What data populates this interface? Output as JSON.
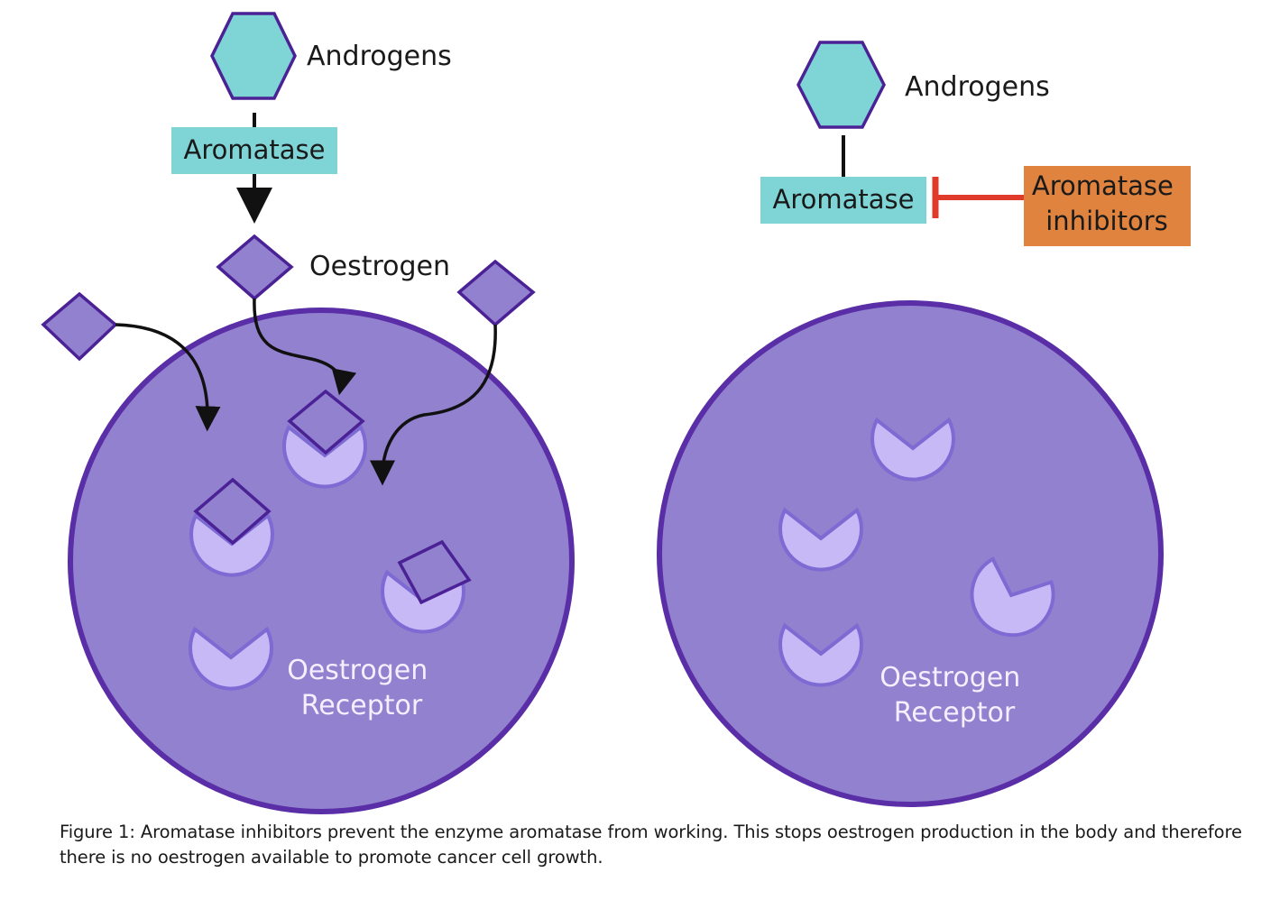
{
  "colors": {
    "cell_fill": "#9181cf",
    "cell_stroke": "#5a2ea6",
    "receptor_fill": "#c7b9f6",
    "receptor_stroke": "#7d6ad2",
    "molecule_fill": "#9181cf",
    "molecule_stroke": "#4b2296",
    "androgen_fill": "#7fd4d6",
    "androgen_stroke": "#4b2296",
    "aromatase_box": "#7fd4d6",
    "inhibitor_box": "#e0833f",
    "inhibition_line": "#e03a2a",
    "arrow": "#111111"
  },
  "left_panel": {
    "androgens_label": "Androgens",
    "aromatase_label": "Aromatase",
    "oestrogen_label": "Oestrogen",
    "receptor_label_line1": "Oestrogen",
    "receptor_label_line2": "Receptor"
  },
  "right_panel": {
    "androgens_label": "Androgens",
    "aromatase_label": "Aromatase",
    "inhibitor_label_line1": "Aromatase",
    "inhibitor_label_line2": "inhibitors",
    "receptor_label_line1": "Oestrogen",
    "receptor_label_line2": "Receptor"
  },
  "caption": "Figure 1: Aromatase inhibitors prevent the enzyme aromatase from working. This stops oestrogen production in the body and therefore there is no oestrogen available to promote cancer cell growth."
}
